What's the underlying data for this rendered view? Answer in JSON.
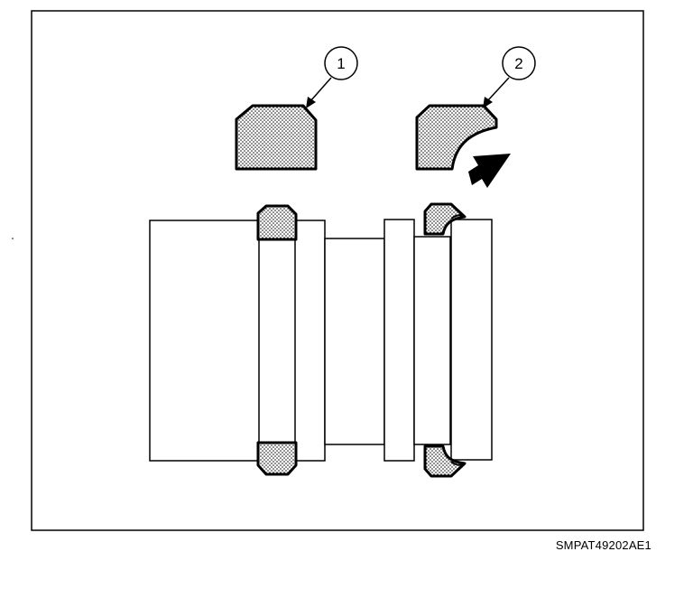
{
  "callouts": [
    {
      "number": "1",
      "part": "ring-1"
    },
    {
      "number": "2",
      "part": "ring-2"
    }
  ],
  "figure_code": "SMPAT49202AE1",
  "colors": {
    "ink": "#000000",
    "background": "#ffffff"
  },
  "icons": {
    "direction_arrow": "install-direction-arrow-icon"
  }
}
